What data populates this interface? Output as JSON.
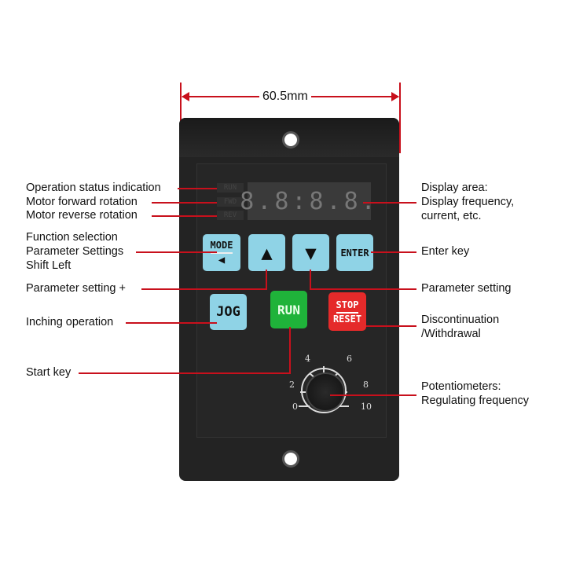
{
  "dimension": {
    "label": "60.5mm"
  },
  "device": {
    "indicators": [
      "RUN",
      "FWD",
      "REV"
    ],
    "display_digits": "8.8:8.8.",
    "keys": {
      "mode": "MODE",
      "enter": "ENTER",
      "jog": "JOG",
      "run": "RUN",
      "stop": "STOP",
      "reset": "RESET"
    },
    "dial_ticks": [
      "0",
      "2",
      "4",
      "6",
      "8",
      "10"
    ]
  },
  "labels_left": {
    "status": "Operation status indication",
    "forward": "Motor forward rotation",
    "reverse": "Motor reverse rotation",
    "function1": "Function selection",
    "function2": "Parameter Settings",
    "function3": "Shift Left",
    "param_plus": "Parameter setting +",
    "inching": "Inching operation",
    "start": "Start key"
  },
  "labels_right": {
    "display1": "Display area:",
    "display2": "Display frequency,",
    "display3": "current, etc.",
    "enter": "Enter key",
    "param_minus": "Parameter setting",
    "stop1": "Discontinuation",
    "stop2": "/Withdrawal",
    "pot1": "Potentiometers:",
    "pot2": "Regulating frequency"
  }
}
